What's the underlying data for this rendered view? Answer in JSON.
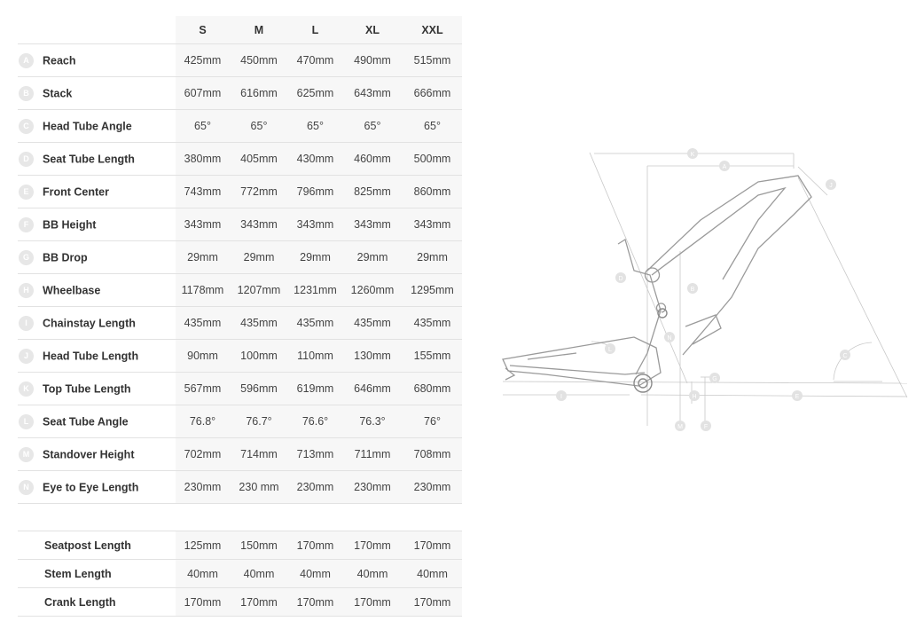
{
  "sizes": [
    "S",
    "M",
    "L",
    "XL",
    "XXL"
  ],
  "geometry": [
    {
      "badge": "A",
      "label": "Reach",
      "values": [
        "425mm",
        "450mm",
        "470mm",
        "490mm",
        "515mm"
      ]
    },
    {
      "badge": "B",
      "label": "Stack",
      "values": [
        "607mm",
        "616mm",
        "625mm",
        "643mm",
        "666mm"
      ]
    },
    {
      "badge": "C",
      "label": "Head Tube Angle",
      "values": [
        "65°",
        "65°",
        "65°",
        "65°",
        "65°"
      ]
    },
    {
      "badge": "D",
      "label": "Seat Tube Length",
      "values": [
        "380mm",
        "405mm",
        "430mm",
        "460mm",
        "500mm"
      ]
    },
    {
      "badge": "E",
      "label": "Front Center",
      "values": [
        "743mm",
        "772mm",
        "796mm",
        "825mm",
        "860mm"
      ]
    },
    {
      "badge": "F",
      "label": "BB Height",
      "values": [
        "343mm",
        "343mm",
        "343mm",
        "343mm",
        "343mm"
      ]
    },
    {
      "badge": "G",
      "label": "BB Drop",
      "values": [
        "29mm",
        "29mm",
        "29mm",
        "29mm",
        "29mm"
      ]
    },
    {
      "badge": "H",
      "label": "Wheelbase",
      "values": [
        "1178mm",
        "1207mm",
        "1231mm",
        "1260mm",
        "1295mm"
      ]
    },
    {
      "badge": "I",
      "label": "Chainstay Length",
      "values": [
        "435mm",
        "435mm",
        "435mm",
        "435mm",
        "435mm"
      ]
    },
    {
      "badge": "J",
      "label": "Head Tube Length",
      "values": [
        "90mm",
        "100mm",
        "110mm",
        "130mm",
        "155mm"
      ]
    },
    {
      "badge": "K",
      "label": "Top Tube Length",
      "values": [
        "567mm",
        "596mm",
        "619mm",
        "646mm",
        "680mm"
      ]
    },
    {
      "badge": "L",
      "label": "Seat Tube Angle",
      "values": [
        "76.8°",
        "76.7°",
        "76.6°",
        "76.3°",
        "76°"
      ]
    },
    {
      "badge": "M",
      "label": "Standover Height",
      "values": [
        "702mm",
        "714mm",
        "713mm",
        "711mm",
        "708mm"
      ]
    },
    {
      "badge": "N",
      "label": "Eye to Eye Length",
      "values": [
        "230mm",
        "230 mm",
        "230mm",
        "230mm",
        "230mm"
      ]
    }
  ],
  "components": [
    {
      "label": "Seatpost Length",
      "values": [
        "125mm",
        "150mm",
        "170mm",
        "170mm",
        "170mm"
      ]
    },
    {
      "label": "Stem Length",
      "values": [
        "40mm",
        "40mm",
        "40mm",
        "40mm",
        "40mm"
      ]
    },
    {
      "label": "Crank Length",
      "values": [
        "170mm",
        "170mm",
        "170mm",
        "170mm",
        "170mm"
      ]
    }
  ],
  "diagram": {
    "labels": [
      "K",
      "A",
      "J",
      "B",
      "D",
      "L",
      "C",
      "I",
      "H",
      "G",
      "E",
      "M",
      "F",
      "N"
    ],
    "colors": {
      "frame": "#9a9a9a",
      "dim": "#c4c4c4",
      "badge": "#e2e2e2"
    }
  }
}
